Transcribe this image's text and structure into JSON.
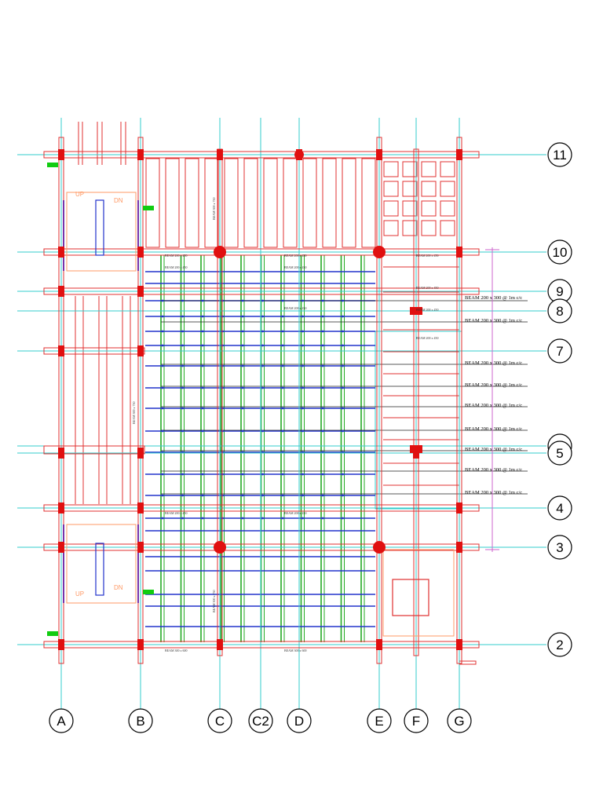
{
  "colors": {
    "grid": "#33cccc",
    "beam": "#e03030",
    "column": "#e01010",
    "joist": "#22aa22",
    "rib": "#2233cc",
    "stair": "#ff9a66",
    "accent": "#cc66cc",
    "marker": "#11cc11"
  },
  "grid_columns": [
    {
      "label": "A"
    },
    {
      "label": "B"
    },
    {
      "label": "C"
    },
    {
      "label": "C2"
    },
    {
      "label": "D"
    },
    {
      "label": "E"
    },
    {
      "label": "F"
    },
    {
      "label": "G"
    }
  ],
  "grid_rows": [
    {
      "label": "11"
    },
    {
      "label": "10"
    },
    {
      "label": "9"
    },
    {
      "label": "8"
    },
    {
      "label": "7"
    },
    {
      "label": "6"
    },
    {
      "label": "5"
    },
    {
      "label": "4"
    },
    {
      "label": "3"
    },
    {
      "label": "2"
    }
  ],
  "beam_notes": [
    "BEAM 200 x 300 @ 1m c/c",
    "BEAM 200 x 300 @ 1m c/c",
    "BEAM 200 x 300 @ 1m c/c",
    "BEAM 200 x 300 @ 1m c/c",
    "BEAM 200 x 300 @ 1m c/c",
    "BEAM 200 x 300 @ 1m c/c",
    "BEAM 200 x 300 @ 1m c/c",
    "BEAM 200 x 300 @ 1m c/c",
    "BEAM 200 x 300 @ 1m c/c"
  ],
  "stairs": [
    {
      "up": "UP",
      "down": "DN"
    },
    {
      "up": "UP",
      "down": "DN"
    }
  ],
  "inner_labels": {
    "beam_450": "BEAM 200 x 450",
    "beam_750": "BEAM 300 x 750",
    "beam_600": "BEAM 300 x 600"
  }
}
